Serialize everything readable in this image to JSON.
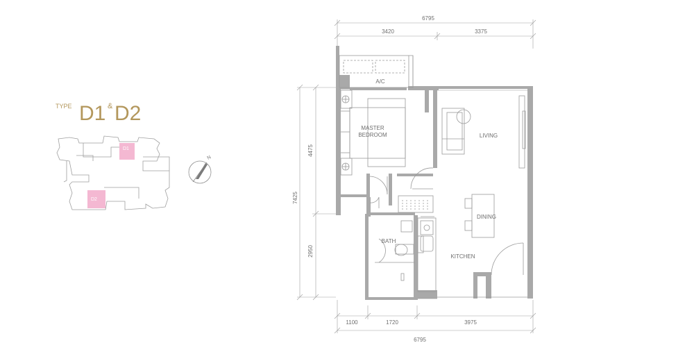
{
  "title": {
    "type_label": "TYPE",
    "unit_a": "D1",
    "ampersand": "&",
    "unit_b": "D2"
  },
  "keyplan": {
    "unit_d1": "D1",
    "unit_d2": "D2",
    "north": "N"
  },
  "rooms": {
    "ac": "A/C",
    "master_bedroom_line1": "MASTER",
    "master_bedroom_line2": "BEDROOM",
    "living": "LIVING",
    "dining": "DINING",
    "bath": "BATH",
    "kitchen": "KITCHEN"
  },
  "dimensions": {
    "top_total": "6795",
    "top_left": "3420",
    "top_right": "3375",
    "left_total": "7425",
    "left_upper": "4475",
    "left_lower": "2950",
    "bottom_a": "1100",
    "bottom_b": "1720",
    "bottom_c": "3975",
    "bottom_total": "6795"
  },
  "colors": {
    "wall": "#a9a9a9",
    "line": "#9a9a9a",
    "accent_pink": "#f4b8d2",
    "gold": "#b3975c"
  }
}
